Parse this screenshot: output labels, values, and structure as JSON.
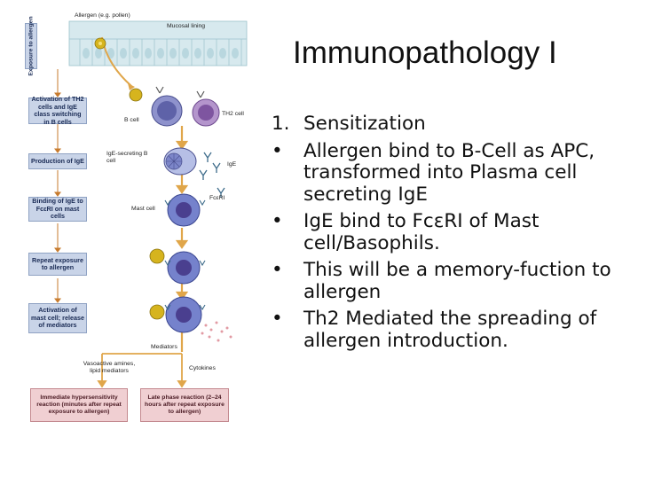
{
  "slide": {
    "title": "Immunopathology I",
    "items": [
      {
        "marker": "1.",
        "text": "Sensitization"
      },
      {
        "marker": "•",
        "text": "Allergen bind to B-Cell as APC, transformed into Plasma cell secreting IgE"
      },
      {
        "marker": "•",
        "text": "IgE bind to FcεRI of Mast cell/Basophils."
      },
      {
        "marker": "•",
        "text": "This will be a memory-fuction to allergen"
      },
      {
        "marker": "•",
        "text": "Th2 Mediated the spreading of allergen introduction."
      }
    ]
  },
  "diagram": {
    "exposure_label": "Exposure to allergen",
    "steps": [
      "Activation of TH2 cells and IgE class switching in B cells",
      "Production of IgE",
      "Binding of IgE to FcεRI on mast cells",
      "Repeat exposure to allergen",
      "Activation of mast cell; release of mediators"
    ],
    "labels": {
      "allergen": "Allergen (e.g. pollen)",
      "mucosal": "Mucosal lining",
      "bcell": "B cell",
      "th2": "TH2 cell",
      "ige_secreting": "IgE-secreting B cell",
      "ige": "IgE",
      "fceri": "FcεRI",
      "mast": "Mast cell",
      "mediators": "Mediators",
      "vasoactive": "Vasoactive amines, lipid mediators",
      "cytokines": "Cytokines"
    },
    "outcomes": [
      "Immediate hypersensitivity reaction (minutes after repeat exposure to allergen)",
      "Late phase reaction (2–24 hours after repeat exposure to allergen)"
    ],
    "colors": {
      "stepbox": "#c9d4e8",
      "outcome": "#f0cfd2",
      "mucosa": "#cfe4ea",
      "bcell": "#6b6fb0",
      "th2": "#8a5fa8",
      "mast": "#5b6cc0",
      "allergen": "#d6b41e",
      "arrow": "#e0a64a"
    }
  }
}
